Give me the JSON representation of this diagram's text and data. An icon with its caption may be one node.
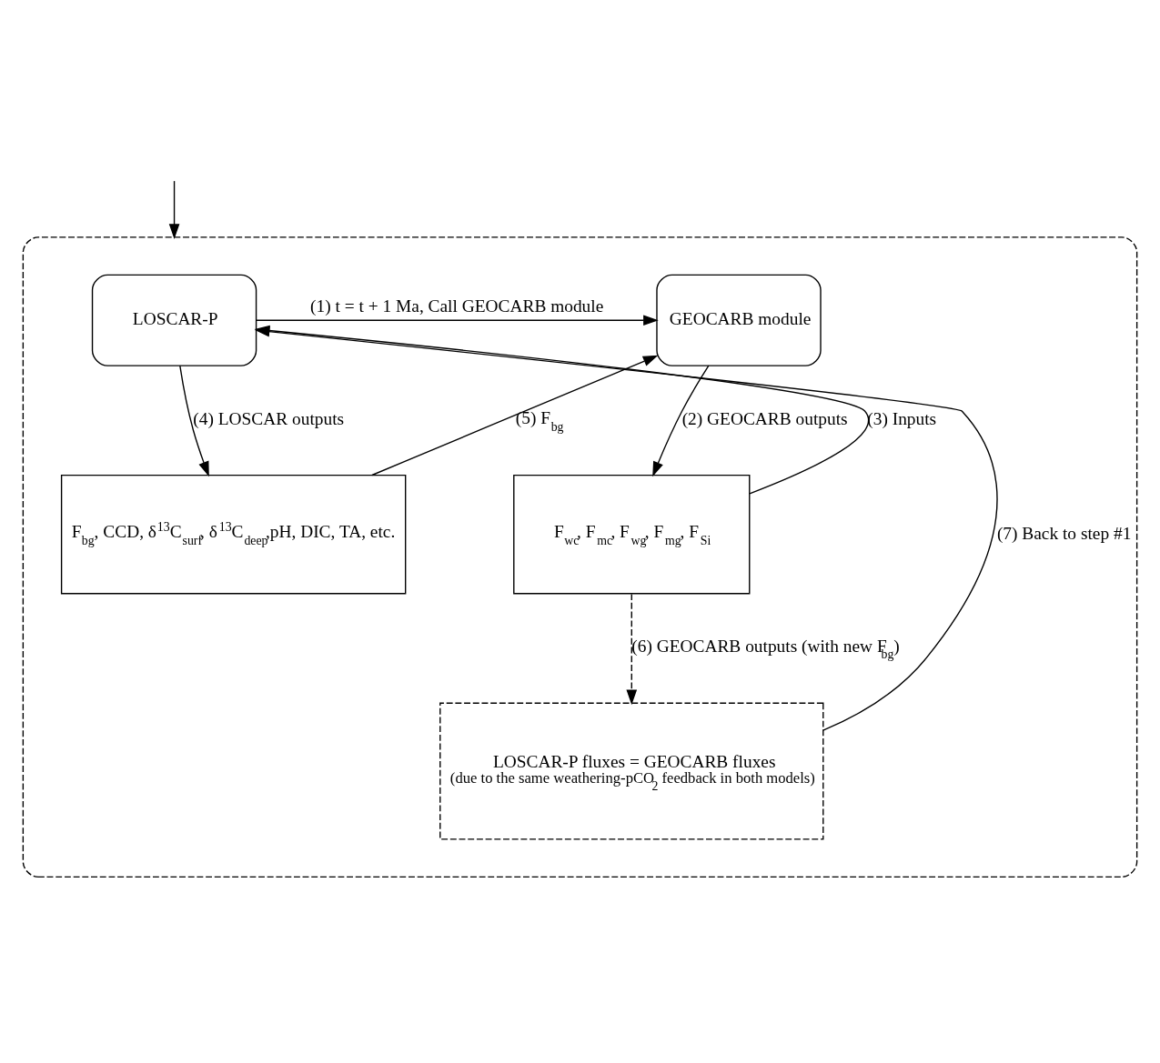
{
  "diagram": {
    "nodes": [
      {
        "text": [],
        "shape": "box"
      },
      {
        "text": [
          "LOSCAR-P"
        ],
        "in": 0
      },
      {
        "text": [
          "GEOCARB module"
        ],
        "in": 0
      },
      {
        "text": [
          "F$_{bg}$, CCD, δ$^{13}$C$_{surf}$, δ$^{13}$C$_{deep}$,pH, DIC, TA, etc."
        ],
        "in": 0
      },
      {
        "text": [
          "F$_{wc}$, F$_{mc}$, F$_{wg}$, F$_{mg}$, F$_{Si}$"
        ],
        "in": 0
      },
      {
        "text": [
          "LOSCAR-P fluxes = GEOCARB fluxes",
          "(due to the same weathering-pCO$_{2}$ feedback in both models)"
        ],
        "in": 0
      }
    ],
    "edges": [
      {
        "from": null,
        "to": 0,
        "arrow": "to"
      },
      {
        "from": 1,
        "to": 2,
        "arrow": "to",
        "label": "(1) t = t + 1 Ma, Call GEOCARB module"
      },
      {
        "from": 2,
        "to": 4,
        "arrow": "to",
        "label": "(2) GEOCARB outputs"
      },
      {
        "from": 4,
        "to": 1,
        "arrow": "to",
        "label": "(3) Inputs"
      },
      {
        "from": 1,
        "to": 3,
        "arrow": "to",
        "label": "(4) LOSCAR outputs"
      },
      {
        "from": 3,
        "to": 2,
        "arrow": "to",
        "label": "(5) F$_{bg}$"
      },
      {
        "from": 4,
        "to": 5,
        "arrow": "to",
        "label": "(6) GEOCARB outputs (with new F$_{bg}$)",
        "style": "dashed"
      },
      {
        "from": 5,
        "to": 1,
        "arrow": "to",
        "label": "(7) Back to step #1"
      }
    ]
  }
}
